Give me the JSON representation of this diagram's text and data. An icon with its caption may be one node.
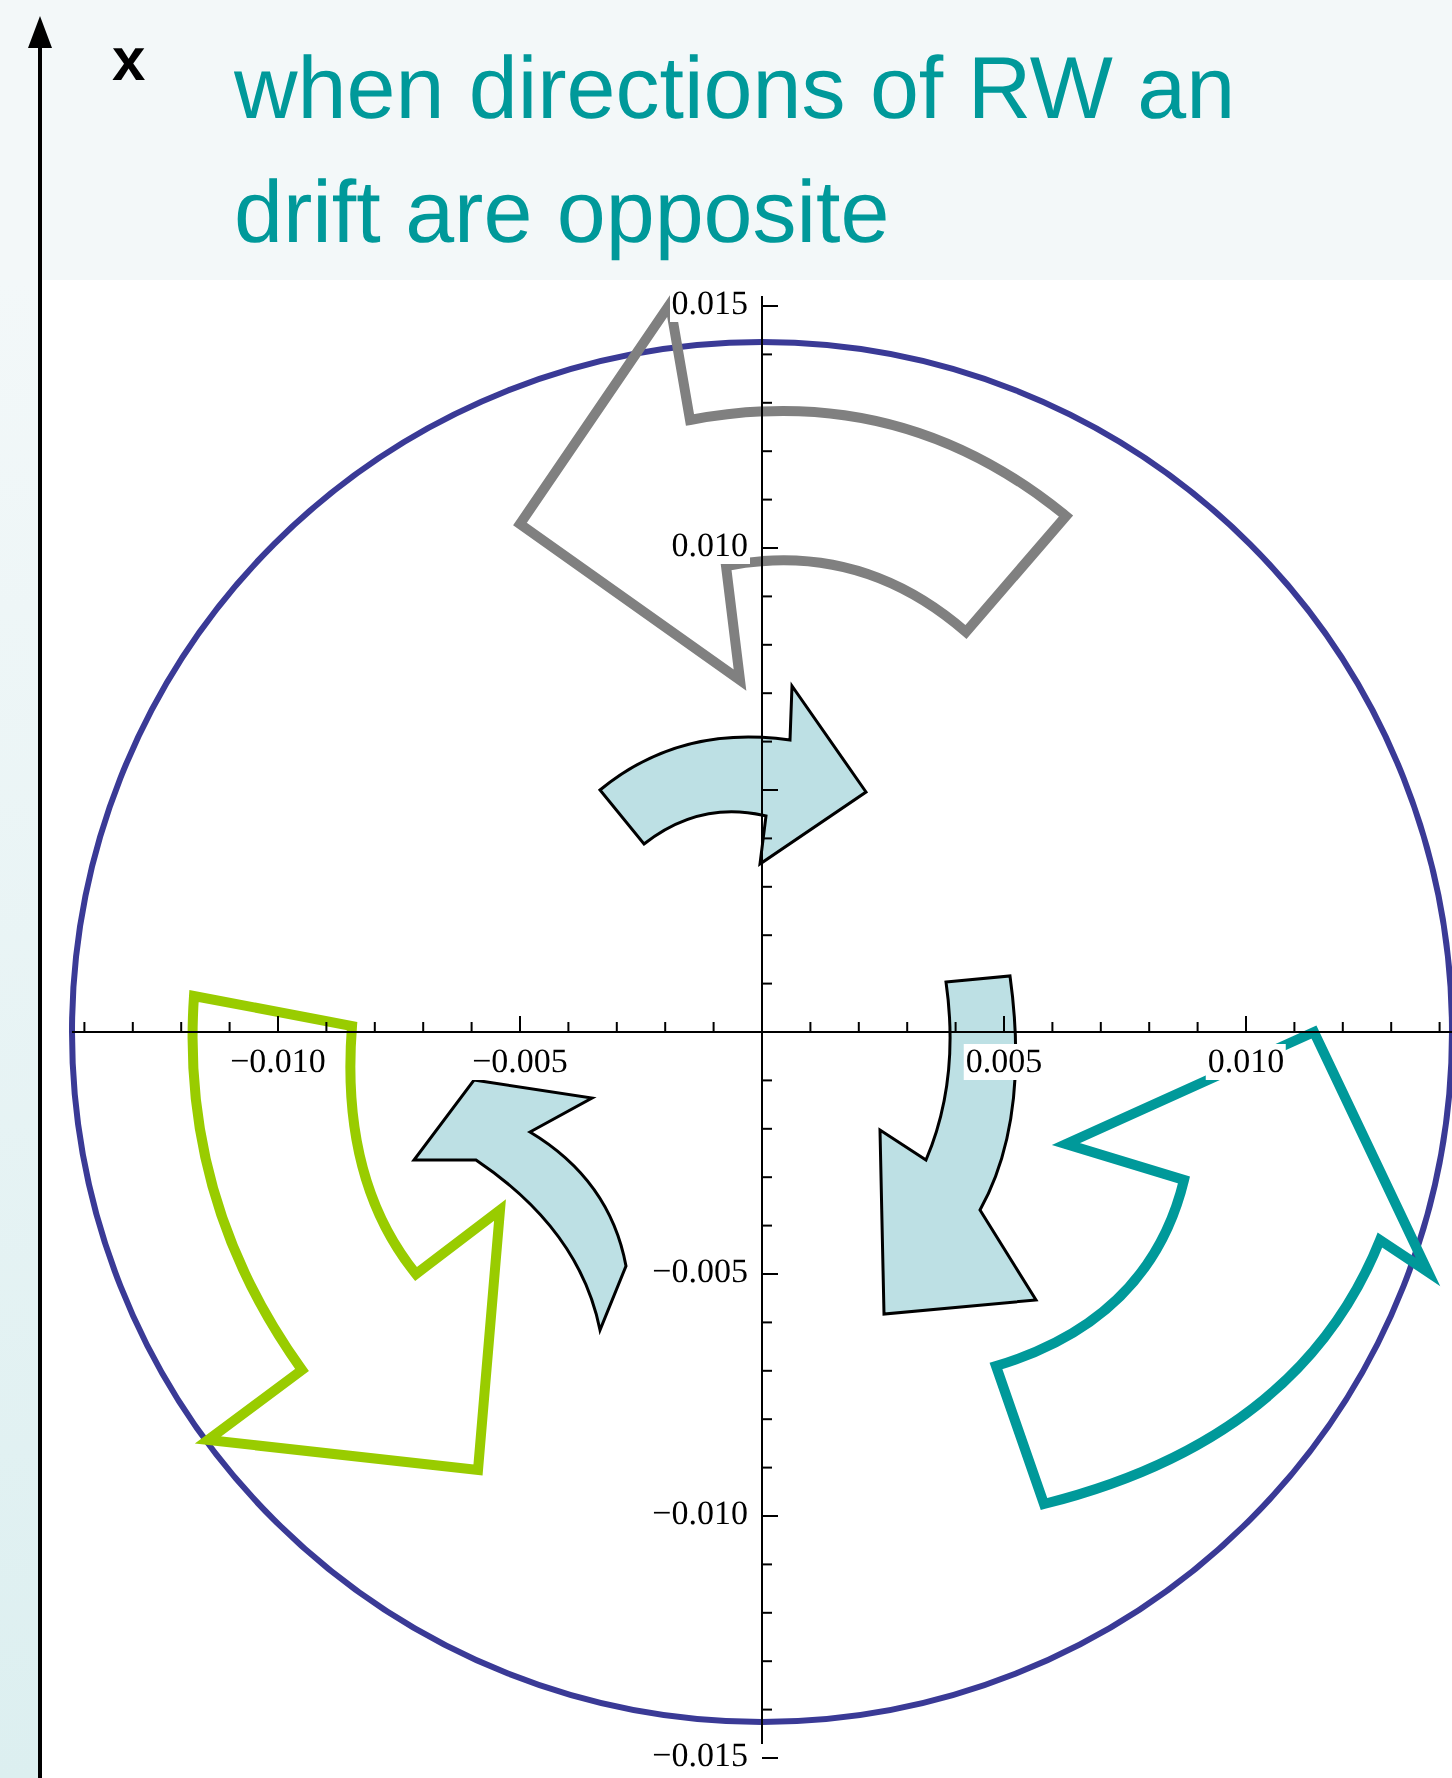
{
  "diagram": {
    "title": "when directions of RW an drift are opposite",
    "labels": [
      "x",
      "0.015",
      "0.010",
      "−0.010",
      "−0.005",
      "0.005",
      "0.010",
      "−0.005",
      "−0.010",
      "−0.015"
    ]
  }
}
